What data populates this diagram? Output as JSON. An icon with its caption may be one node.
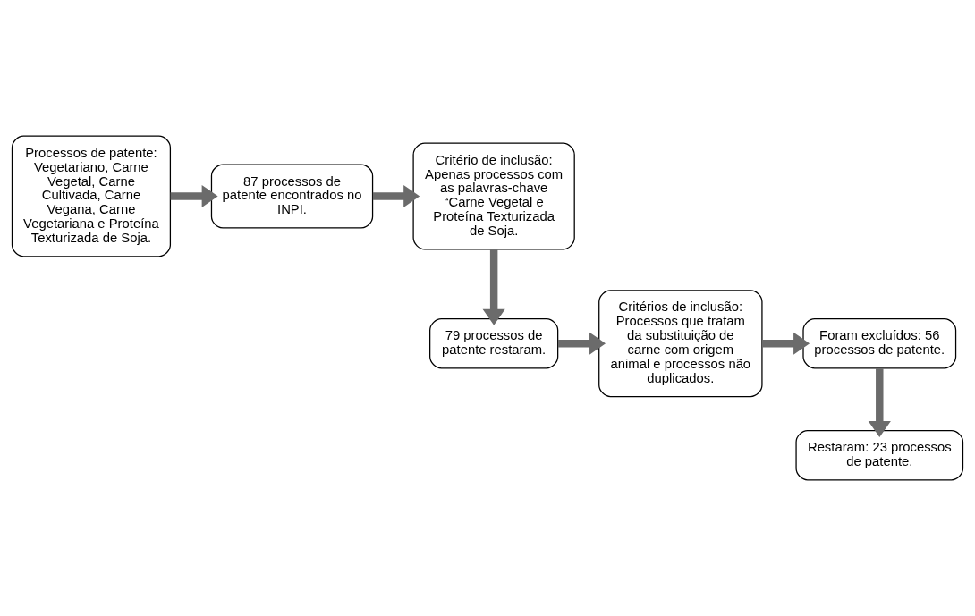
{
  "diagram": {
    "nodes": [
      {
        "text": [
          "Processos de patente: Vegetariano, Carne Vegetal, Carne Cultivada, Carne Vegana, Carne Vegetariana e Proteína Texturizada de Soja."
        ]
      },
      {
        "text": [
          "87 processos de patente encontrados no INPI."
        ]
      },
      {
        "text": [
          "Critério de inclusão: Apenas processos com as palavras-chave “Carne Vegetal e Proteína Texturizada de Soja."
        ]
      },
      {
        "text": [
          "79 processos de patente restaram."
        ]
      },
      {
        "text": [
          "Critérios de inclusão: Processos que tratam da substituição de carne com origem animal e processos não duplicados."
        ]
      },
      {
        "text": [
          "Foram excluídos: 56 processos de patente."
        ]
      },
      {
        "text": [
          "Restaram: 23 processos de patente."
        ]
      }
    ],
    "edges": [
      {
        "from": 0,
        "to": 1,
        "arrow": "to"
      },
      {
        "from": 1,
        "to": 2,
        "arrow": "to"
      },
      {
        "from": 2,
        "to": 3,
        "arrow": "to"
      },
      {
        "from": 3,
        "to": 4,
        "arrow": "to"
      },
      {
        "from": 4,
        "to": 5,
        "arrow": "to"
      },
      {
        "from": 5,
        "to": 6,
        "arrow": "to"
      }
    ]
  }
}
